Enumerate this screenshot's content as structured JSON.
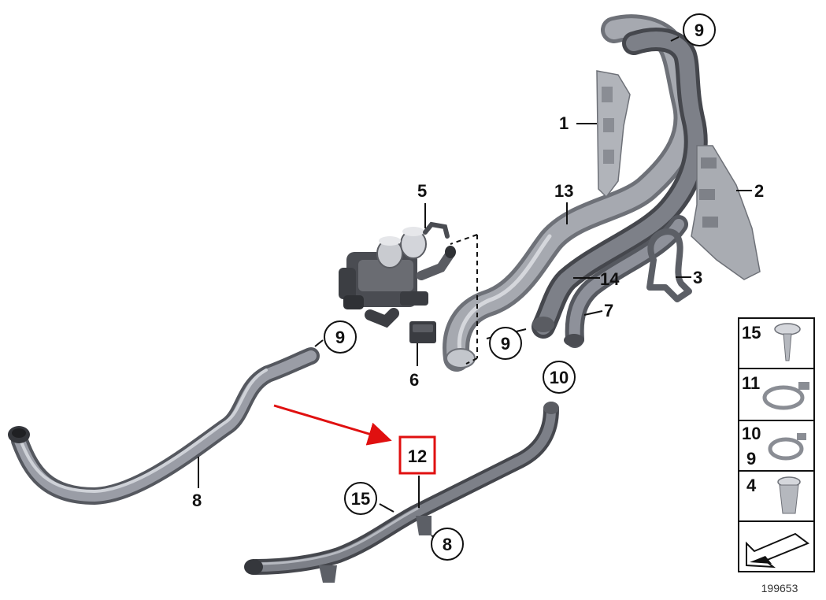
{
  "diagram": {
    "part_labels": {
      "p1": "1",
      "p2": "2",
      "p3": "3",
      "p5": "5",
      "p6": "6",
      "p7": "7",
      "p8": "8",
      "p13": "13",
      "p14": "14"
    },
    "circled_labels": {
      "c9_top": "9",
      "c9_left": "9",
      "c9_mid": "9",
      "c10": "10",
      "c15": "15",
      "c8": "8"
    },
    "highlight": {
      "label": "12",
      "color": "#e01010"
    },
    "legend": {
      "items": [
        "15",
        "11",
        "10",
        "9",
        "4"
      ]
    },
    "diagram_id": "199653",
    "colors": {
      "hose": "#8a8d96",
      "hose_dark": "#5d6068",
      "hose_light": "#b9bcc4",
      "line": "#111111",
      "accent": "#e01010"
    }
  }
}
